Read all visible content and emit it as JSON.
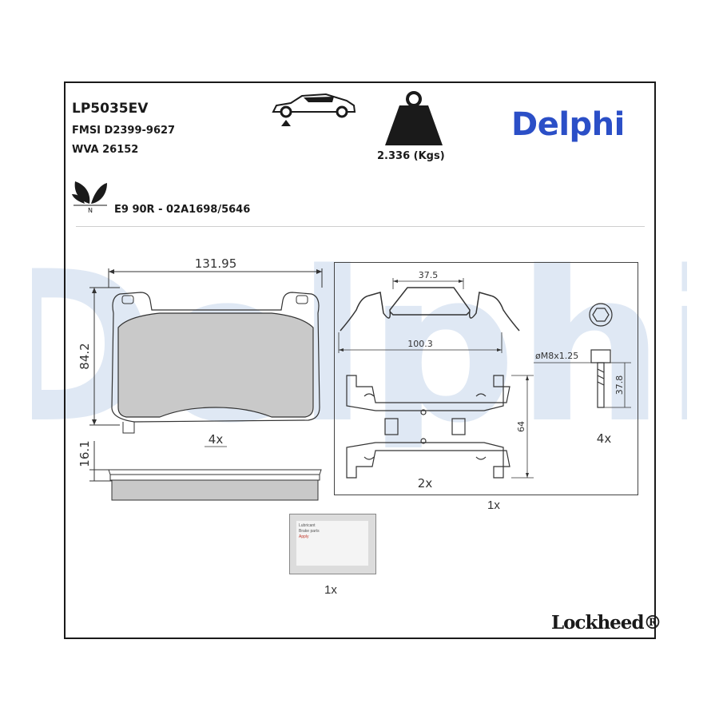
{
  "header": {
    "part_number": "LP5035EV",
    "fmsi": "FMSI D2399-9627",
    "wva": "WVA 26152",
    "approval": "E9 90R - 02A1698/5646",
    "weight": "2.336 (Kgs)",
    "leaf_mark": "N"
  },
  "brand": {
    "name": "Delphi",
    "color": "#2b4fc7",
    "sub_brand": "Lockheed®"
  },
  "icons": [
    "car-front-axle-icon",
    "weight-icon",
    "eco-leaves-icon"
  ],
  "watermark": {
    "text": "Delphi",
    "color": "#dfe8f4"
  },
  "pad": {
    "width": "131.95",
    "height": "84.2",
    "thickness": "16.1",
    "qty_pads": "4x"
  },
  "clip": {
    "inner": "37.5",
    "overall": "100.3",
    "height": "64",
    "qty": "2x"
  },
  "bolt": {
    "thread": "øM8x1.25",
    "length": "37.8",
    "qty": "4x"
  },
  "kit_qty": "1x",
  "grease": {
    "qty": "1x",
    "label_lines": [
      "Lubricant",
      "Brake parts",
      "Apply"
    ]
  }
}
